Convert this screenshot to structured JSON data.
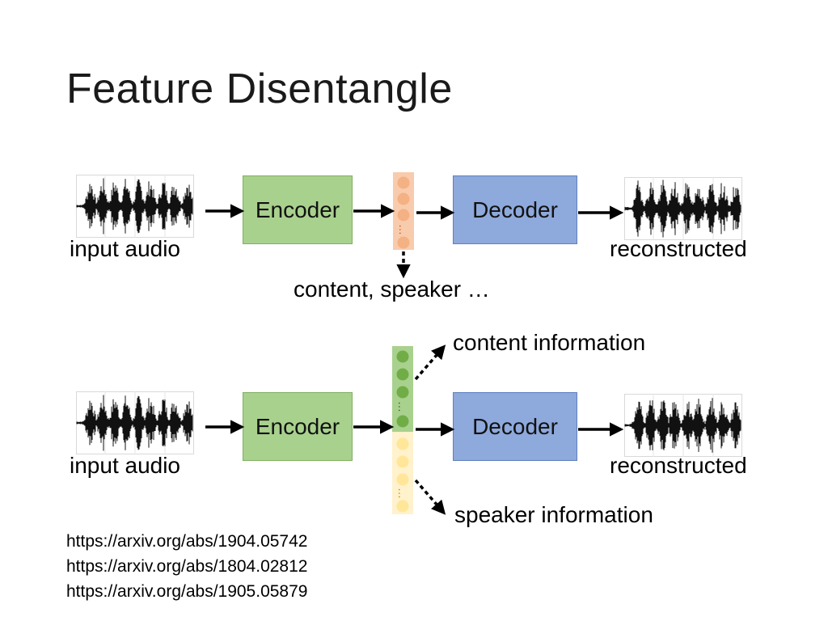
{
  "title": "Feature Disentangle",
  "row1": {
    "input_label": "input audio",
    "encoder_label": "Encoder",
    "decoder_label": "Decoder",
    "output_label": "reconstructed",
    "bottleneck_caption": "content, speaker …"
  },
  "row2": {
    "input_label": "input audio",
    "encoder_label": "Encoder",
    "decoder_label": "Decoder",
    "output_label": "reconstructed",
    "content_caption": "content information",
    "speaker_caption": "speaker information"
  },
  "references": [
    "https://arxiv.org/abs/1904.05742",
    "https://arxiv.org/abs/1804.02812",
    "https://arxiv.org/abs/1905.05879"
  ],
  "colors": {
    "encoder": "#a9d18e",
    "decoder": "#8ea9db",
    "latent_mixed": "#f8cbad",
    "latent_content": "#70ad47",
    "latent_speaker": "#ffe699"
  }
}
